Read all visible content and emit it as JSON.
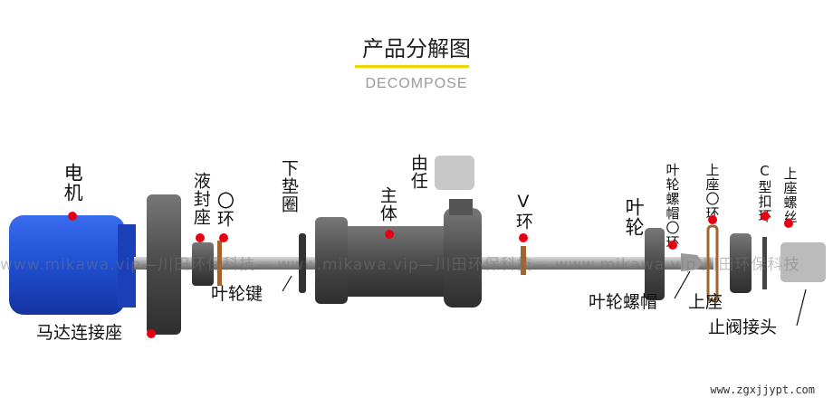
{
  "header": {
    "title": "产品分解图",
    "subtitle": "DECOMPOSE"
  },
  "labels": {
    "motor": "电机",
    "motor_mount": "马达连接座",
    "seal_seat": "液封座",
    "o_ring": "〇环",
    "impeller_key": "叶轮键",
    "lower_washer": "下垫圈",
    "body": "主体",
    "union": "由任",
    "v_ring": "V环",
    "impeller": "叶轮",
    "impeller_nut_o_ring": "叶轮螺帽〇环",
    "upper_seat_o_ring": "上座〇环",
    "c_clip": "C型扣环",
    "upper_seat_screw": "上座螺丝",
    "impeller_nut": "叶轮螺帽",
    "upper_seat": "上座",
    "check_valve_joint": "止阀接头"
  },
  "watermark": "www.mikawa.vip—川田环保科技— www.mikawa.vip—川田环保科技— www.mikawa.vip 川田环保科技",
  "site": "www.zgxjjypt.com",
  "colors": {
    "accent": "#f2d400",
    "dot": "#e60012",
    "motor": "#1f4fd0"
  }
}
